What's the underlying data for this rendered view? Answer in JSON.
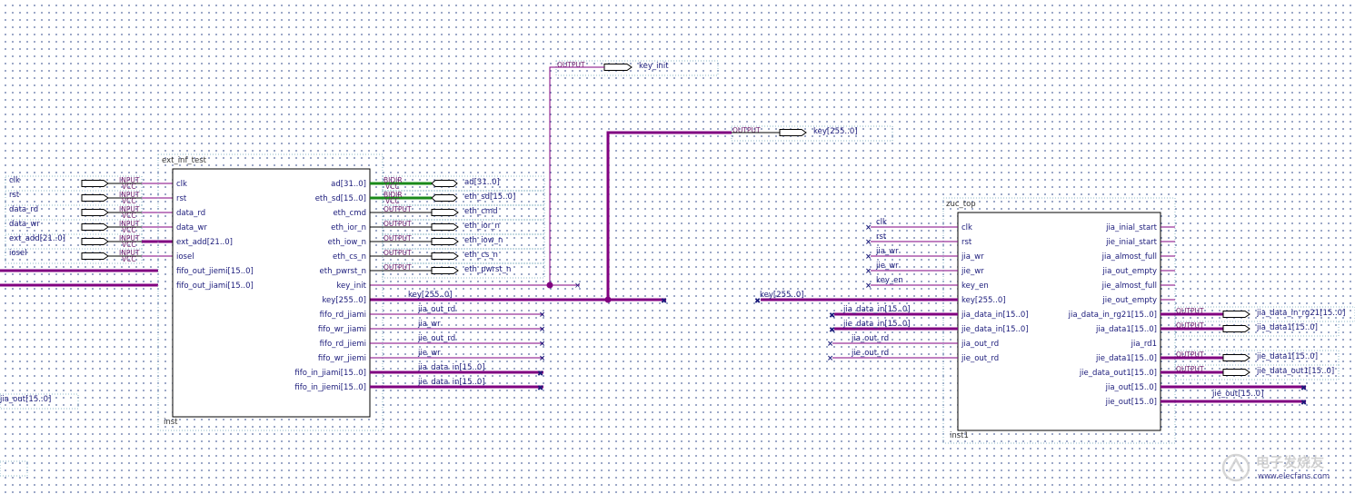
{
  "colors": {
    "bus": "#800080",
    "wire": "#800080",
    "green_wire": "#1a8a1a",
    "label": "#1a1a7a",
    "background": "#ffffff"
  },
  "top_pins": {
    "key_init": "key_init",
    "key_bus": "key[255..0]",
    "output_tag": "OUTPUT"
  },
  "left_inputs": [
    {
      "name": "clk",
      "tag": "INPUT",
      "sub": "VCC"
    },
    {
      "name": "rst",
      "tag": "INPUT",
      "sub": "VCC"
    },
    {
      "name": "data_rd",
      "tag": "INPUT",
      "sub": "VCC"
    },
    {
      "name": "data_wr",
      "tag": "INPUT",
      "sub": "VCC"
    },
    {
      "name": "ext_add[21..0]",
      "tag": "INPUT",
      "sub": "VCC"
    },
    {
      "name": "iosel",
      "tag": "INPUT",
      "sub": "VCC"
    }
  ],
  "left_stub": "jia_out[15..0]",
  "block1": {
    "title": "ext_inf_test",
    "instance": "inst",
    "inputs": [
      "clk",
      "rst",
      "data_rd",
      "data_wr",
      "ext_add[21..0]",
      "iosel",
      "fifo_out_jiemi[15..0]",
      "fifo_out_jiami[15..0]"
    ],
    "outputs": [
      "ad[31..0]",
      "eth_sd[15..0]",
      "eth_cmd",
      "eth_ior_n",
      "eth_iow_n",
      "eth_cs_n",
      "eth_pwrst_n",
      "key_init",
      "key[255..0]",
      "fifo_rd_jiami",
      "fifo_wr_jiami",
      "fifo_rd_jiemi",
      "fifo_wr_jiemi",
      "fifo_in_jiami[15..0]",
      "fifo_in_jiemi[15..0]"
    ]
  },
  "block1_out_pins": [
    {
      "name": "ad[31..0]",
      "tag": "BIDIR",
      "sub": "VCC"
    },
    {
      "name": "eth_sd[15..0]",
      "tag": "BIDIR",
      "sub": "VCC"
    },
    {
      "name": "eth_cmd",
      "tag": "OUTPUT"
    },
    {
      "name": "eth_ior_n",
      "tag": "OUTPUT"
    },
    {
      "name": "eth_iow_n",
      "tag": "OUTPUT"
    },
    {
      "name": "eth_cs_n",
      "tag": "OUTPUT"
    },
    {
      "name": "eth_pwrst_n",
      "tag": "OUTPUT"
    }
  ],
  "block1_nets": [
    "key[255..0]",
    "jia_out_rd",
    "jia_wr",
    "jie_out_rd",
    "jie_wr",
    "jia_data_in[15..0]",
    "jie_data_in[15..0]"
  ],
  "block2": {
    "title": "zuc_top",
    "instance": "inst1",
    "inputs": [
      "clk",
      "rst",
      "jia_wr",
      "jie_wr",
      "key_en",
      "key[255..0]",
      "jia_data_in[15..0]",
      "jie_data_in[15..0]",
      "jia_out_rd",
      "jie_out_rd"
    ],
    "outputs": [
      "jia_inial_start",
      "jie_inial_start",
      "jia_almost_full",
      "jia_out_empty",
      "jie_almost_full",
      "jie_out_empty",
      "jia_data_in_rg21[15..0]",
      "jia_data1[15..0]",
      "jia_rd1",
      "jie_data1[15..0]",
      "jie_data_out1[15..0]",
      "jia_out[15..0]",
      "jie_out[15..0]"
    ]
  },
  "block2_in_nets": [
    "clk",
    "rst",
    "jia_wr",
    "jie_wr",
    "key_en",
    "key[255..0]",
    "jia_data_in[15..0]",
    "jie_data_in[15..0]",
    "jia_out_rd",
    "jie_out_rd"
  ],
  "block2_out_pins": [
    {
      "name": "jia_data_in_rg21[15..0]",
      "tag": "OUTPUT"
    },
    {
      "name": "jia_data1[15..0]",
      "tag": "OUTPUT"
    },
    {
      "name": "jie_data1[15..0]",
      "tag": "OUTPUT"
    },
    {
      "name": "jie_data_out1[15..0]",
      "tag": "OUTPUT"
    }
  ],
  "block2_out_net": "jie_out[15..0]",
  "watermark": "电子发烧友",
  "watermark_url": "www.elecfans.com"
}
